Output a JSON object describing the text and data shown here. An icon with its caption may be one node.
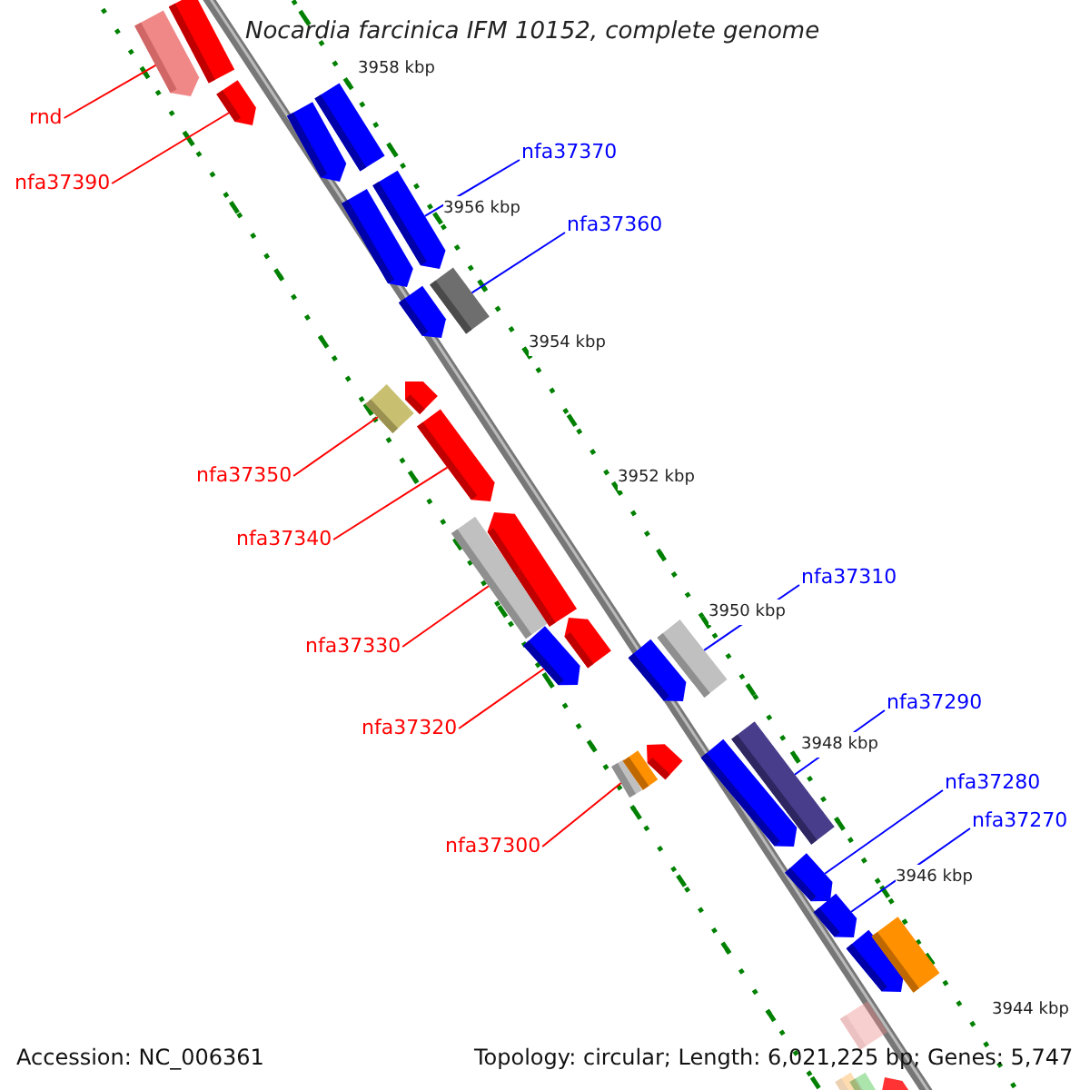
{
  "diagram": {
    "title": "Nocardia farcinica IFM 10152, complete genome",
    "nodes": [
      {
        "text": [
          "rnd"
        ]
      },
      {
        "text": [],
        "shape": "arrow"
      },
      {
        "text": [
          "nfa37390"
        ]
      },
      {
        "text": [],
        "shape": "arrow"
      },
      {
        "text": [
          "nfa37370"
        ]
      },
      {
        "text": [],
        "shape": "arrow"
      },
      {
        "text": [
          "nfa37360"
        ]
      },
      {
        "text": [],
        "shape": "box"
      },
      {
        "text": [
          "nfa37350"
        ]
      },
      {
        "text": [],
        "shape": "box"
      },
      {
        "text": [
          "nfa37340"
        ]
      },
      {
        "text": [],
        "shape": "arrow"
      },
      {
        "text": [
          "nfa37330"
        ]
      },
      {
        "text": [],
        "shape": "box"
      },
      {
        "text": [
          "nfa37320"
        ]
      },
      {
        "text": [],
        "shape": "arrow"
      },
      {
        "text": [
          "nfa37310"
        ]
      },
      {
        "text": [],
        "shape": "box"
      },
      {
        "text": [
          "nfa37290"
        ]
      },
      {
        "text": [],
        "shape": "box"
      },
      {
        "text": [
          "nfa37280"
        ]
      },
      {
        "text": [],
        "shape": "arrow"
      },
      {
        "text": [
          "nfa37270"
        ]
      },
      {
        "text": [],
        "shape": "arrow"
      },
      {
        "text": [
          "nfa37300"
        ]
      },
      {
        "text": [],
        "shape": "box"
      },
      {
        "text": [],
        "shape": "box"
      },
      {
        "text": [],
        "shape": "arrow"
      },
      {
        "text": [],
        "shape": "box"
      },
      {
        "text": [],
        "shape": "arrow"
      },
      {
        "text": [],
        "shape": "arrow"
      },
      {
        "text": [],
        "shape": "arrow"
      },
      {
        "text": [],
        "shape": "arrow"
      },
      {
        "text": [],
        "shape": "arrow"
      },
      {
        "text": [],
        "shape": "arrow"
      },
      {
        "text": [],
        "shape": "arrow"
      },
      {
        "text": [],
        "shape": "box"
      },
      {
        "text": [],
        "shape": "arrow"
      },
      {
        "text": [],
        "shape": "arrow"
      },
      {
        "text": [],
        "shape": "box"
      },
      {
        "text": [],
        "shape": "box"
      },
      {
        "text": [],
        "shape": "box"
      },
      {
        "text": [],
        "shape": "box"
      },
      {
        "text": [],
        "shape": "arrow"
      }
    ],
    "edges": [
      {
        "from": 0,
        "to": 1,
        "arrow": "none"
      },
      {
        "from": 2,
        "to": 3,
        "arrow": "none"
      },
      {
        "from": 4,
        "to": 5,
        "arrow": "none",
        "color": "#0000ff"
      },
      {
        "from": 6,
        "to": 7,
        "arrow": "none",
        "color": "#0000ff"
      },
      {
        "from": 8,
        "to": 9,
        "arrow": "none"
      },
      {
        "from": 10,
        "to": 11,
        "arrow": "none"
      },
      {
        "from": 12,
        "to": 13,
        "arrow": "none"
      },
      {
        "from": 14,
        "to": 15,
        "arrow": "none"
      },
      {
        "from": 16,
        "to": 17,
        "arrow": "none",
        "color": "#0000ff"
      },
      {
        "from": 18,
        "to": 19,
        "arrow": "none",
        "color": "#0000ff"
      },
      {
        "from": 20,
        "to": 21,
        "arrow": "none",
        "color": "#0000ff"
      },
      {
        "from": 22,
        "to": 23,
        "arrow": "none",
        "color": "#0000ff"
      },
      {
        "from": 24,
        "to": 25,
        "arrow": "none"
      }
    ],
    "labels": [
      "3958 kbp",
      "3956 kbp",
      "3954 kbp",
      "3952 kbp",
      "3950 kbp",
      "3948 kbp",
      "3946 kbp",
      "3944 kbp",
      "Accession: NC_006361",
      "Topology: circular; Length: 6,021,225 bp; Genes: 5,747"
    ]
  }
}
